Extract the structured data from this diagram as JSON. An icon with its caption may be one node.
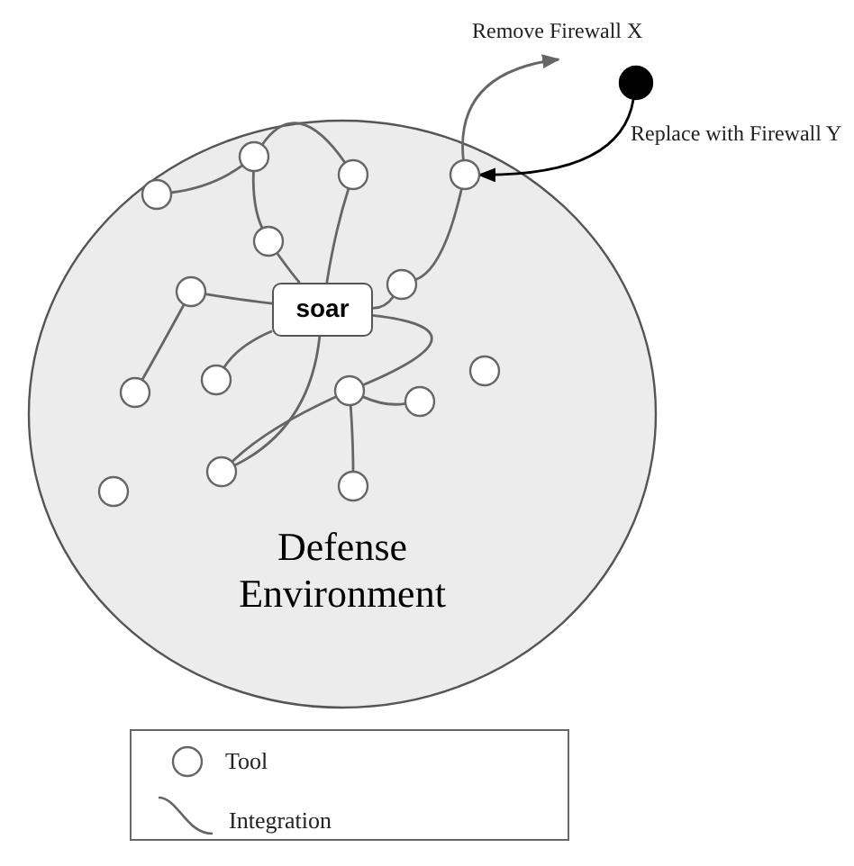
{
  "diagram": {
    "nodes": [
      {
        "text": [
          "Defense Environment"
        ]
      },
      {
        "text": [],
        "shape": "circle",
        "in": 0
      },
      {
        "text": [],
        "shape": "circle",
        "in": 0
      },
      {
        "text": [],
        "shape": "circle",
        "in": 0
      },
      {
        "text": [],
        "shape": "circle",
        "in": 0
      },
      {
        "text": [],
        "shape": "circle",
        "in": 0
      },
      {
        "text": [],
        "shape": "circle",
        "in": 0
      },
      {
        "text": [],
        "shape": "circle",
        "in": 0
      },
      {
        "text": [
          "soar"
        ],
        "in": 0
      },
      {
        "text": [],
        "shape": "circle",
        "in": 0
      },
      {
        "text": [],
        "shape": "circle",
        "in": 0
      },
      {
        "text": [],
        "shape": "circle",
        "in": 0
      },
      {
        "text": [],
        "shape": "circle",
        "in": 0
      },
      {
        "text": [],
        "shape": "circle",
        "in": 0
      },
      {
        "text": [],
        "shape": "circle",
        "in": 0
      },
      {
        "text": [],
        "shape": "circle",
        "in": 0
      },
      {
        "text": [],
        "shape": "circle",
        "in": 0
      },
      {
        "text": [],
        "shape": "circle"
      }
    ],
    "edges": [
      {
        "from": 4,
        "to": 1,
        "arrow": "none"
      },
      {
        "from": 1,
        "to": 2,
        "arrow": "none"
      },
      {
        "from": 1,
        "to": 5,
        "arrow": "none"
      },
      {
        "from": 5,
        "to": 8,
        "arrow": "none"
      },
      {
        "from": 2,
        "to": 8,
        "arrow": "none"
      },
      {
        "from": 7,
        "to": 8,
        "arrow": "none"
      },
      {
        "from": 7,
        "to": 12,
        "arrow": "none"
      },
      {
        "from": 8,
        "to": 10,
        "arrow": "none"
      },
      {
        "from": 8,
        "to": 14,
        "arrow": "none"
      },
      {
        "from": 8,
        "to": 11,
        "arrow": "none"
      },
      {
        "from": 11,
        "to": 14,
        "arrow": "none"
      },
      {
        "from": 11,
        "to": 13,
        "arrow": "none"
      },
      {
        "from": 11,
        "to": 15,
        "arrow": "none"
      },
      {
        "from": 6,
        "to": 8,
        "arrow": "none"
      },
      {
        "from": 6,
        "to": 3,
        "arrow": "none"
      },
      {
        "from": 3,
        "to": null,
        "arrow": "to",
        "label": "Remove Firewall X"
      },
      {
        "from": 17,
        "to": 3,
        "arrow": "to",
        "label": "Replace with Firewall Y",
        "color": "#000000"
      }
    ],
    "legend": [
      {
        "text": "Tool"
      },
      {
        "text": "Integration"
      }
    ]
  }
}
